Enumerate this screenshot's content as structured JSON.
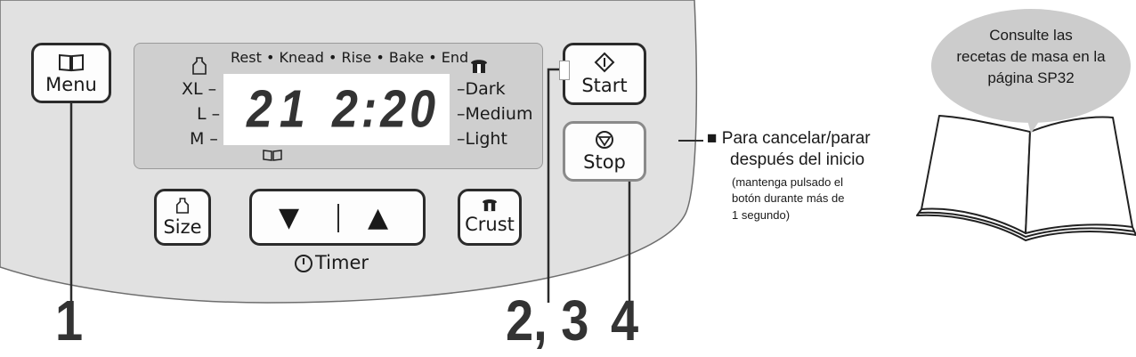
{
  "panel": {
    "menu_label": "Menu",
    "start_label": "Start",
    "stop_label": "Stop",
    "size_label": "Size",
    "crust_label": "Crust",
    "timer_label": "Timer",
    "down_arrow": "▼",
    "up_arrow": "▲"
  },
  "display": {
    "stages": "Rest • Knead • Rise • Bake • End",
    "size_xl": "XL –",
    "size_l": "L –",
    "size_m": "M –",
    "crust_dark": "–Dark",
    "crust_medium": "–Medium",
    "crust_light": "–Light",
    "menu_number": "21",
    "time": "2:20"
  },
  "steps": {
    "step1": "1",
    "step23": "2, 3",
    "step4": "4"
  },
  "notes": {
    "cancel_square": "■",
    "cancel_title_1": "Para cancelar/parar",
    "cancel_title_2": "después del inicio",
    "cancel_detail_1": "(mantenga pulsado el",
    "cancel_detail_2": "botón durante más de",
    "cancel_detail_3": "1 segundo)",
    "bubble_line1": "Consulte las",
    "bubble_line2": "recetas de masa en la",
    "bubble_line3": "página SP32"
  },
  "colors": {
    "panel_fill": "#e1e1e1",
    "display_fill": "#cfcfcf",
    "bubble_fill": "#cccccc",
    "indicator": "#ffffff",
    "outline": "#2b2b2b"
  }
}
